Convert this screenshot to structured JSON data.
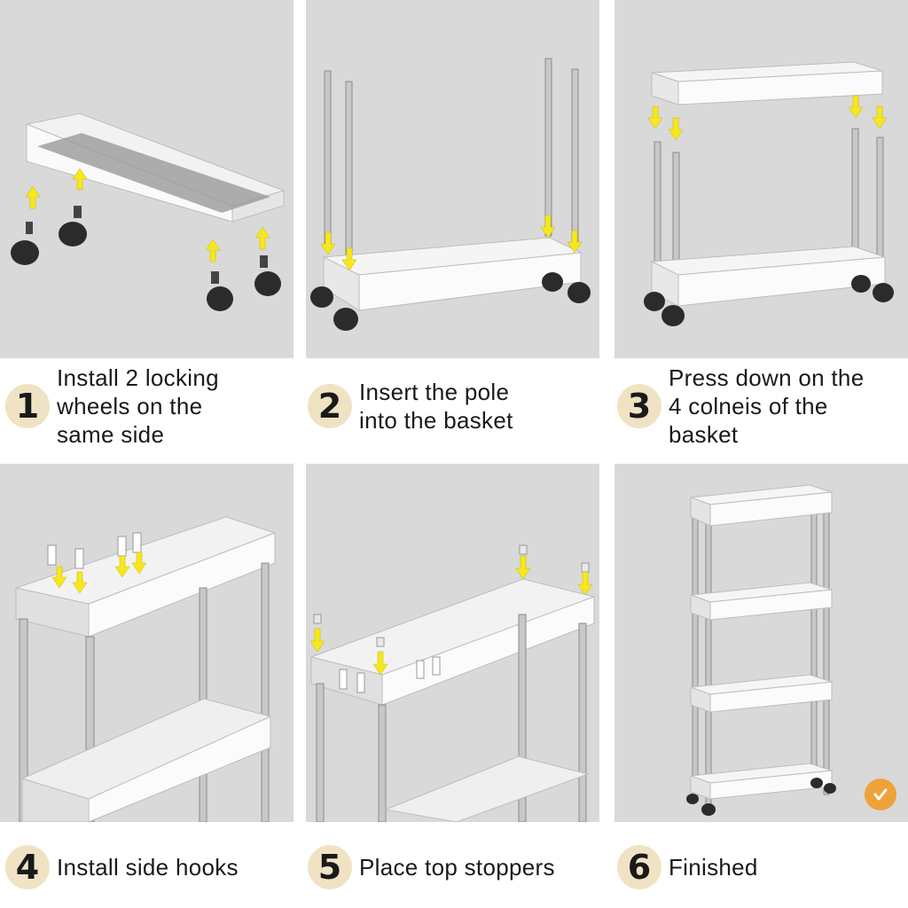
{
  "steps": [
    {
      "number": "1",
      "lines": [
        "Install 2 locking",
        "wheels on the",
        "same side"
      ]
    },
    {
      "number": "2",
      "lines": [
        "Insert the pole",
        "into the basket"
      ]
    },
    {
      "number": "3",
      "lines": [
        "Press down on the",
        "4 colneis of the",
        "basket"
      ]
    },
    {
      "number": "4",
      "lines": [
        "Install side hooks"
      ]
    },
    {
      "number": "5",
      "lines": [
        "Place top stoppers"
      ]
    },
    {
      "number": "6",
      "lines": [
        "Finished"
      ]
    }
  ],
  "colors": {
    "panel_background": "#d9d9d9",
    "badge_background": "#efe3c4",
    "arrow": "#f6e81c",
    "check_badge": "#f0a23a"
  },
  "icons": [
    "arrow-up-icon",
    "arrow-down-icon",
    "check-icon"
  ]
}
